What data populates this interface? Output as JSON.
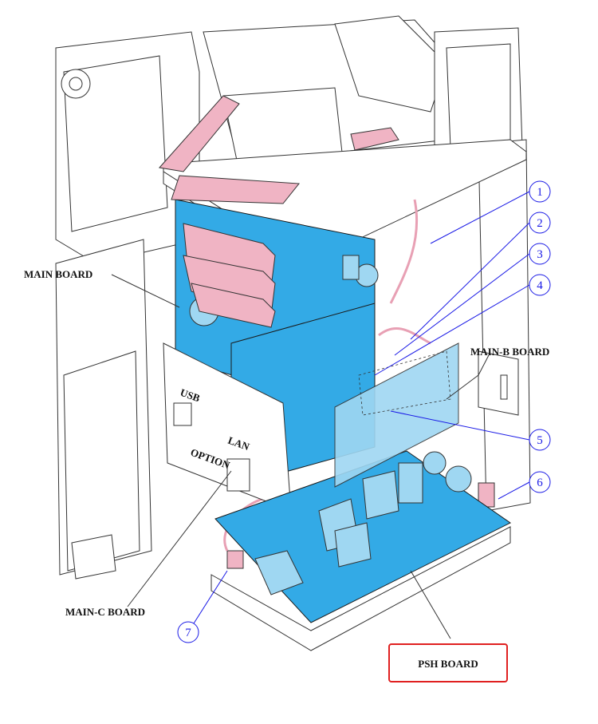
{
  "labels": {
    "main_board": "MAIN BOARD",
    "main_b_board": "MAIN-B BOARD",
    "main_c_board": "MAIN-C BOARD",
    "psh_board": "PSH BOARD"
  },
  "callouts": [
    "1",
    "2",
    "3",
    "4",
    "5",
    "6",
    "7"
  ],
  "panel_text": {
    "usb": "USB",
    "lan": "LAN",
    "option": "OPTION"
  },
  "colors": {
    "board": "#33aae6",
    "cable": "#f0b4c4",
    "callout": "#1a1ae6",
    "highlight_box": "#e02020"
  }
}
